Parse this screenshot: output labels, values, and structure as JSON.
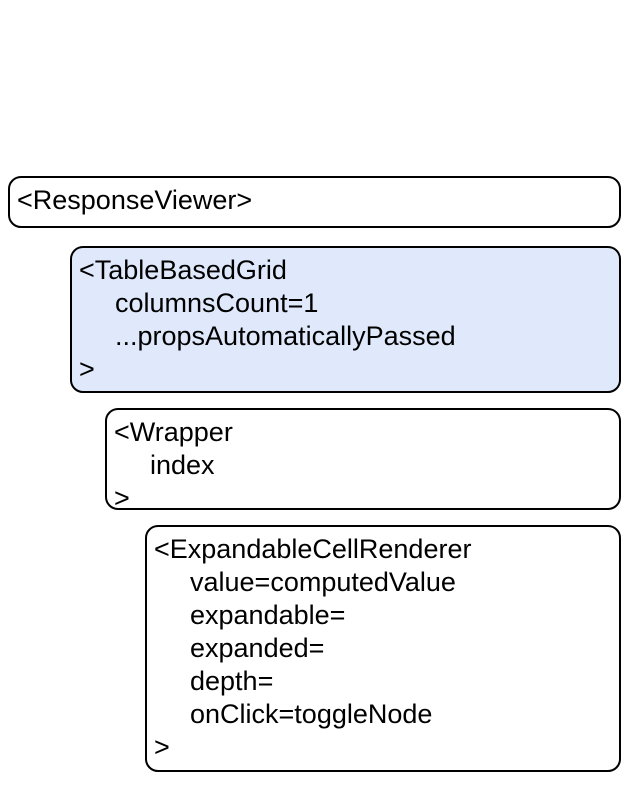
{
  "canvas": {
    "background": "#ffffff",
    "border_color": "#000000",
    "text_color": "#000000",
    "highlight_fill": "#dfe9fb"
  },
  "boxes": [
    {
      "component": "ResponseViewer",
      "open_tag": "<ResponseViewer>",
      "props": [],
      "close_tag": "",
      "fill": "#ffffff"
    },
    {
      "component": "TableBasedGrid",
      "open_tag": "<TableBasedGrid",
      "props": [
        "columnsCount=1",
        "...propsAutomaticallyPassed"
      ],
      "close_tag": ">",
      "fill": "#dfe9fb"
    },
    {
      "component": "Wrapper",
      "open_tag": "<Wrapper",
      "props": [
        "index"
      ],
      "close_tag": ">",
      "fill": "#ffffff"
    },
    {
      "component": "ExpandableCellRenderer",
      "open_tag": "<ExpandableCellRenderer",
      "props": [
        "value=computedValue",
        "expandable=",
        "expanded=",
        "depth=",
        "onClick=toggleNode"
      ],
      "close_tag": ">",
      "fill": "#ffffff"
    }
  ]
}
